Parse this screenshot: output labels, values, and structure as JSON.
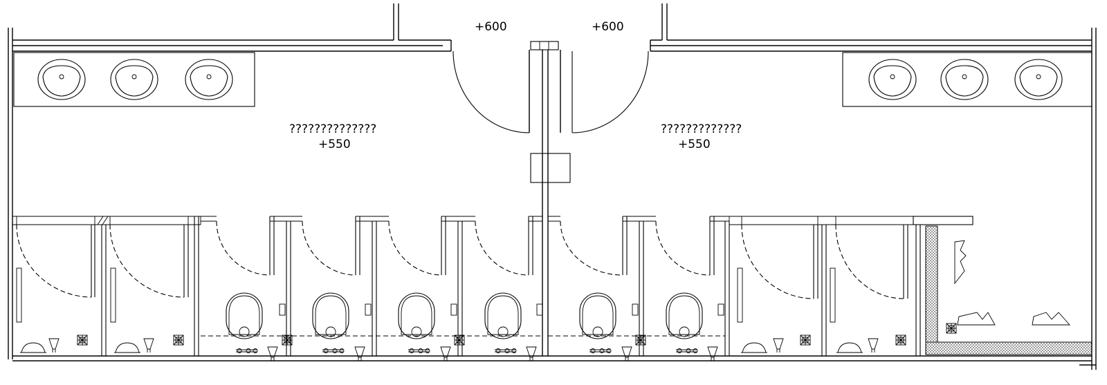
{
  "plan": {
    "labels": {
      "level_left_door": "+600",
      "level_right_door": "+600",
      "room_left_name": "??????????????",
      "room_left_level": "+550",
      "room_right_name": "?????????????",
      "room_right_level": "+550"
    }
  }
}
